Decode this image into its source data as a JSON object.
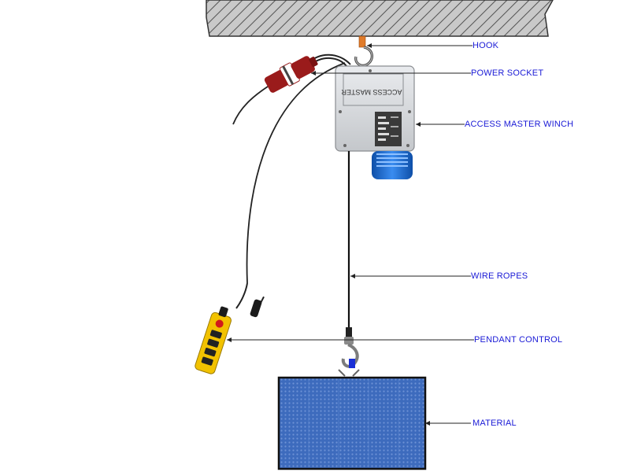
{
  "title": "Access Master Winch Setup",
  "labels": {
    "hook": "HOOK",
    "power_socket": "POWER SOCKET",
    "winch": "ACCESS MASTER WINCH",
    "wire_ropes": "WIRE ROPES",
    "pendant_control": "PENDANT CONTROL",
    "material": "MATERIAL"
  },
  "winch_plate_text": "ACCESS MASTER",
  "colors": {
    "label_text": "#1a1ad6",
    "leader_line": "#222222",
    "ceiling_fill": "#c8c8c8",
    "winch_body": "#d7d9dc",
    "motor": "#1f6fd6",
    "plug": "#9a1b1b",
    "pendant": "#f2c200",
    "material": "#3f6fbf",
    "hook_mount": "#e07b2a"
  },
  "icons": [
    "hook-icon",
    "plug-icon",
    "winch-icon",
    "pendant-icon"
  ]
}
